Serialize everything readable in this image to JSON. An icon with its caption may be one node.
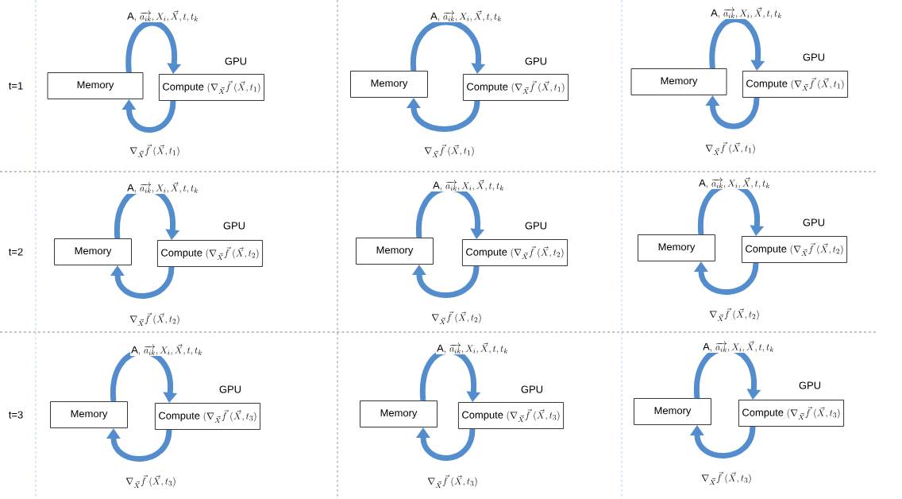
{
  "diagram": {
    "nodes": [
      {
        "text": [
          "Memory"
        ]
      },
      {
        "text": [
          "\\text{Compute }(\\nabla_{\\vec{X}}\\vec{f}\\;(\\vec{X},t_1)"
        ],
        "beside": [
          "GPU"
        ]
      },
      {
        "text": [
          "Memory"
        ]
      },
      {
        "text": [
          "\\text{Compute }(\\nabla_{\\vec{X}}\\vec{f}\\;(\\vec{X},t_1)"
        ],
        "beside": [
          "GPU"
        ]
      },
      {
        "text": [
          "Memory"
        ]
      },
      {
        "text": [
          "\\text{Compute }(\\nabla_{\\vec{X}}\\vec{f}\\;(\\vec{X},t_1)"
        ],
        "beside": [
          "GPU"
        ]
      },
      {
        "text": [
          "Memory"
        ]
      },
      {
        "text": [
          "\\text{Compute }(\\nabla_{\\vec{X}}\\vec{f}\\;(\\vec{X},t_2)"
        ],
        "beside": [
          "GPU"
        ]
      },
      {
        "text": [
          "Memory"
        ]
      },
      {
        "text": [
          "\\text{Compute }(\\nabla_{\\vec{X}}\\vec{f}\\;(\\vec{X},t_2)"
        ],
        "beside": [
          "GPU"
        ]
      },
      {
        "text": [
          "Memory"
        ]
      },
      {
        "text": [
          "\\text{Compute }(\\nabla_{\\vec{X}}\\vec{f}\\;(\\vec{X},t_2)"
        ],
        "beside": [
          "GPU"
        ]
      },
      {
        "text": [
          "Memory"
        ]
      },
      {
        "text": [
          "\\text{Compute }(\\nabla_{\\vec{X}}\\vec{f}\\;(\\vec{X},t_3)"
        ],
        "beside": [
          "GPU"
        ]
      },
      {
        "text": [
          "Memory"
        ]
      },
      {
        "text": [
          "\\text{Compute }(\\nabla_{\\vec{X}}\\vec{f}\\;(\\vec{X},t_3)"
        ],
        "beside": [
          "GPU"
        ]
      },
      {
        "text": [
          "Memory"
        ]
      },
      {
        "text": [
          "\\text{Compute }(\\nabla_{\\vec{X}}\\vec{f}\\;(\\vec{X},t_3)"
        ],
        "beside": [
          "GPU"
        ]
      }
    ],
    "edges": [
      {
        "from": 0,
        "to": 1,
        "arrow": "to",
        "label": "\\mathrm{A},\\,\\overrightarrow{a_{ik}},X_i,\\vec{X},t,t_k"
      },
      {
        "from": 1,
        "to": 0,
        "arrow": "to",
        "label": "\\nabla_{\\vec{X}}\\vec{f}\\;(\\vec{X},t_1)"
      },
      {
        "from": 2,
        "to": 3,
        "arrow": "to",
        "label": "\\mathrm{A},\\,\\overrightarrow{a_{ik}},X_i,\\vec{X},t,t_k"
      },
      {
        "from": 3,
        "to": 2,
        "arrow": "to",
        "label": "\\nabla_{\\vec{X}}\\vec{f}\\;(\\vec{X},t_1)"
      },
      {
        "from": 4,
        "to": 5,
        "arrow": "to",
        "label": "\\mathrm{A},\\,\\overrightarrow{a_{ik}},X_i,\\vec{X},t,t_k"
      },
      {
        "from": 5,
        "to": 4,
        "arrow": "to",
        "label": "\\nabla_{\\vec{X}}\\vec{f}\\;(\\vec{X},t_1)"
      },
      {
        "from": 6,
        "to": 7,
        "arrow": "to",
        "label": "\\mathrm{A},\\,\\overrightarrow{a_{ik}},X_i,\\vec{X},t,t_k"
      },
      {
        "from": 7,
        "to": 6,
        "arrow": "to",
        "label": "\\nabla_{\\vec{X}}\\vec{f}\\;(\\vec{X},t_2)"
      },
      {
        "from": 8,
        "to": 9,
        "arrow": "to",
        "label": "\\mathrm{A},\\,\\overrightarrow{a_{ik}},X_i,\\vec{X},t,t_k"
      },
      {
        "from": 9,
        "to": 8,
        "arrow": "to",
        "label": "\\nabla_{\\vec{X}}\\vec{f}\\;(\\vec{X},t_2)"
      },
      {
        "from": 10,
        "to": 11,
        "arrow": "to",
        "label": "\\mathrm{A},\\,\\overrightarrow{a_{ik}},X_i,\\vec{X},t,t_k"
      },
      {
        "from": 11,
        "to": 10,
        "arrow": "to",
        "label": "\\nabla_{\\vec{X}}\\vec{f}\\;(\\vec{X},t_2)"
      },
      {
        "from": 12,
        "to": 13,
        "arrow": "to",
        "label": "\\mathrm{A},\\,\\overrightarrow{a_{ik}},X_i,\\vec{X},t,t_k"
      },
      {
        "from": 13,
        "to": 12,
        "arrow": "to",
        "label": "\\nabla_{\\vec{X}}\\vec{f}\\;(\\vec{X},t_3)"
      },
      {
        "from": 14,
        "to": 15,
        "arrow": "to",
        "label": "\\mathrm{A},\\,\\overrightarrow{a_{ik}},X_i,\\vec{X},t,t_k"
      },
      {
        "from": 15,
        "to": 14,
        "arrow": "to",
        "label": "\\nabla_{\\vec{X}}\\vec{f}\\;(\\vec{X},t_3)"
      },
      {
        "from": 16,
        "to": 17,
        "arrow": "to",
        "label": "\\mathrm{A},\\,\\overrightarrow{a_{ik}},X_i,\\vec{X},t,t_k"
      },
      {
        "from": 17,
        "to": 16,
        "arrow": "to",
        "label": "\\nabla_{\\vec{X}}\\vec{f}\\;(\\vec{X},t_3)"
      }
    ],
    "labels": [
      "t=1",
      "t=2",
      "t=3"
    ]
  }
}
